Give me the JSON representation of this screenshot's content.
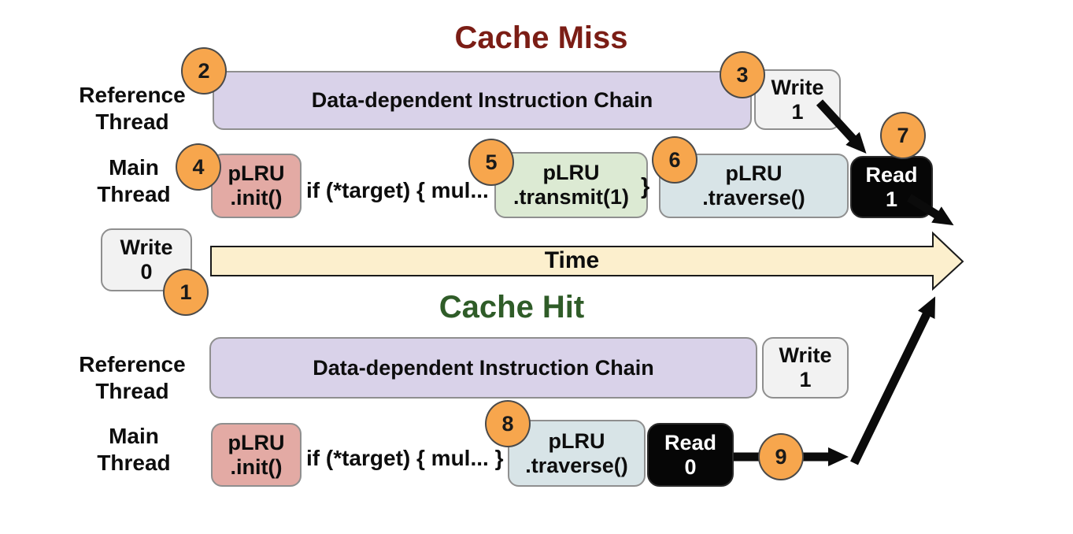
{
  "titles": {
    "cache_miss": "Cache Miss",
    "cache_hit": "Cache Hit"
  },
  "labels": {
    "reference_thread": [
      "Reference",
      "Thread"
    ],
    "main_thread": [
      "Main",
      "Thread"
    ]
  },
  "miss": {
    "chain": "Data-dependent Instruction Chain",
    "write": [
      "Write",
      "1"
    ],
    "init": [
      "pLRU",
      ".init()"
    ],
    "if_code": "if (*target) { mul...",
    "transmit": [
      "pLRU",
      ".transmit(1)"
    ],
    "brace": "}",
    "traverse": [
      "pLRU",
      ".traverse()"
    ],
    "read": [
      "Read",
      "1"
    ]
  },
  "timeline": {
    "write": [
      "Write",
      "0"
    ],
    "time": "Time"
  },
  "hit": {
    "chain": "Data-dependent Instruction Chain",
    "write": [
      "Write",
      "1"
    ],
    "init": [
      "pLRU",
      ".init()"
    ],
    "if_code": "if (*target) { mul... }",
    "traverse": [
      "pLRU",
      ".traverse()"
    ],
    "read": [
      "Read",
      "0"
    ]
  },
  "steps": [
    "1",
    "2",
    "3",
    "4",
    "5",
    "6",
    "7",
    "8",
    "9"
  ],
  "colors": {
    "miss_title": "#7b1d15",
    "hit_title": "#2f5c28",
    "chain_fill": "#d9d2e9",
    "write_fill": "#f2f2f2",
    "init_fill": "#e3aaa4",
    "transmit_fill": "#dcead3",
    "traverse_fill": "#d8e4e7",
    "read_fill": "#060606",
    "step_fill": "#f7a64d",
    "time_fill": "#fcefcd"
  }
}
